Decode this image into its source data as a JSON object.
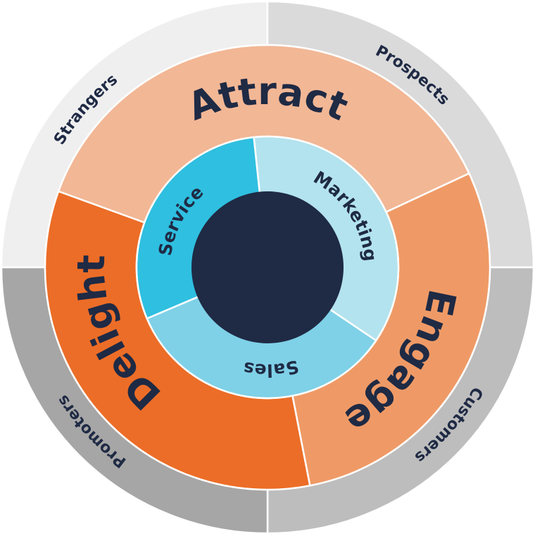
{
  "outer_stages": [
    {
      "label": "Strangers",
      "color": "#efefef"
    },
    {
      "label": "Prospects",
      "color": "#dadada"
    },
    {
      "label": "Customers",
      "color": "#bdbdbd"
    },
    {
      "label": "Promoters",
      "color": "#a6a6a6"
    }
  ],
  "middle_stages": [
    {
      "label": "Attract",
      "color": "#f2b795"
    },
    {
      "label": "Engage",
      "color": "#ef9a66"
    },
    {
      "label": "Delight",
      "color": "#ec6d27"
    }
  ],
  "inner_teams": [
    {
      "label": "Marketing",
      "color": "#b3e3ee"
    },
    {
      "label": "Sales",
      "color": "#7fd1e7"
    },
    {
      "label": "Service",
      "color": "#2fbfe0"
    }
  ],
  "hub_color": "#1f2a44",
  "text_color": "#1f2a44"
}
